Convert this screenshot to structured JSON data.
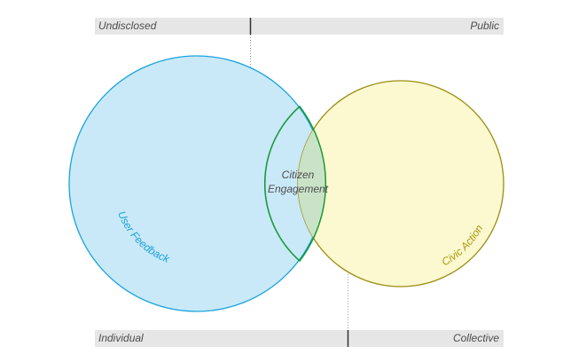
{
  "axes": {
    "top": {
      "left_label": "Undisclosed",
      "right_label": "Public"
    },
    "bottom": {
      "left_label": "Individual",
      "right_label": "Collective"
    }
  },
  "sets": [
    {
      "name": "User Feedback",
      "fill": "#c9e9f8",
      "stroke": "#1aa3dc",
      "label_color": "#1aa3dc"
    },
    {
      "name": "Civic Action",
      "fill": "#fcf8d0",
      "stroke": "#9a8e10",
      "label_color": "#a89a0c"
    }
  ],
  "intersection": {
    "line1": "Citizen",
    "line2": "Engagement",
    "fill": "#c9e2c8",
    "stroke": "#1a9a3a"
  }
}
